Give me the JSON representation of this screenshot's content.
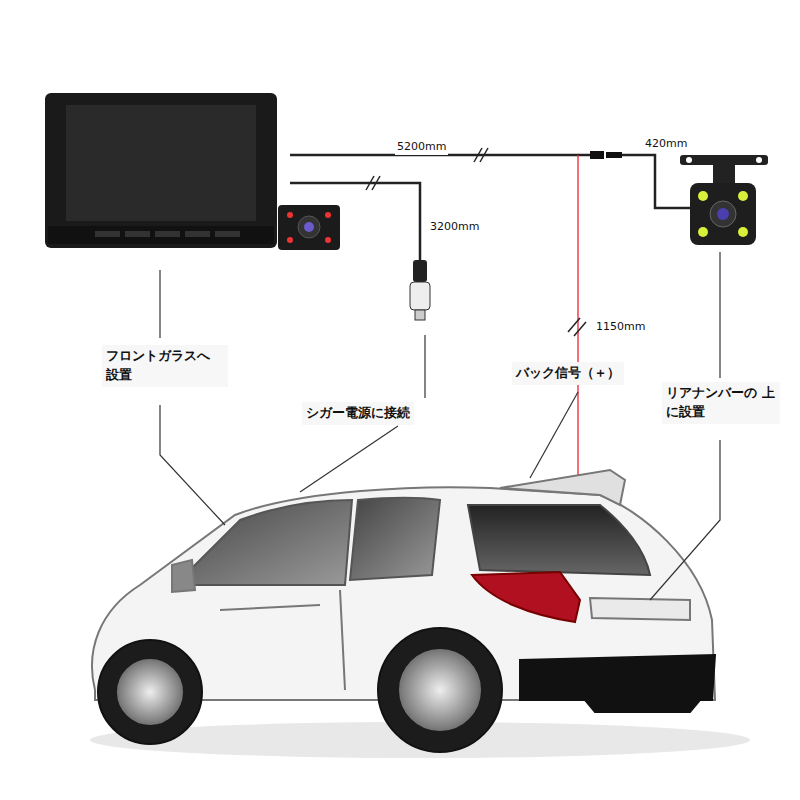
{
  "diagram": {
    "labels": [
      "5200mm",
      "420mm",
      "3200mm",
      "1150mm",
      "フロントガラスへ 設置",
      "シガー電源に接続",
      "バック信号（＋）",
      "リアナンバーの 上に設置"
    ]
  }
}
